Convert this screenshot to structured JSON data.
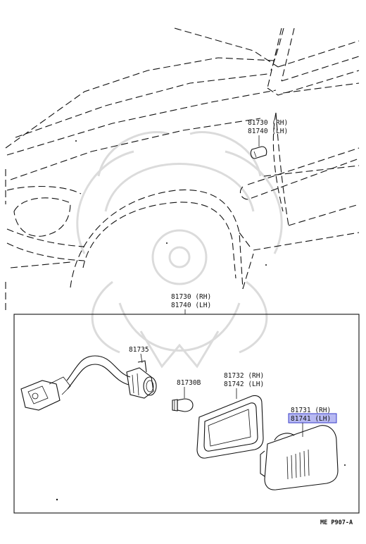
{
  "labels": {
    "fender_lamp_top": {
      "rh": "81730 (RH)",
      "lh": "81740 (LH)"
    },
    "assembly": {
      "rh": "81730 (RH)",
      "lh": "81740 (LH)"
    },
    "socket_wire": "81735",
    "bulb": "81730B",
    "gasket": {
      "rh": "81732 (RH)",
      "lh": "81742 (LH)"
    },
    "lens": {
      "rh": "81731 (RH)",
      "lh": "81741 (LH)"
    }
  },
  "figure_code": "ME P907-A",
  "colors": {
    "highlight": "#b7b9f2",
    "highlight_border": "#3a3ec9",
    "line": "#111111",
    "watermark": "#d8d8d8"
  }
}
